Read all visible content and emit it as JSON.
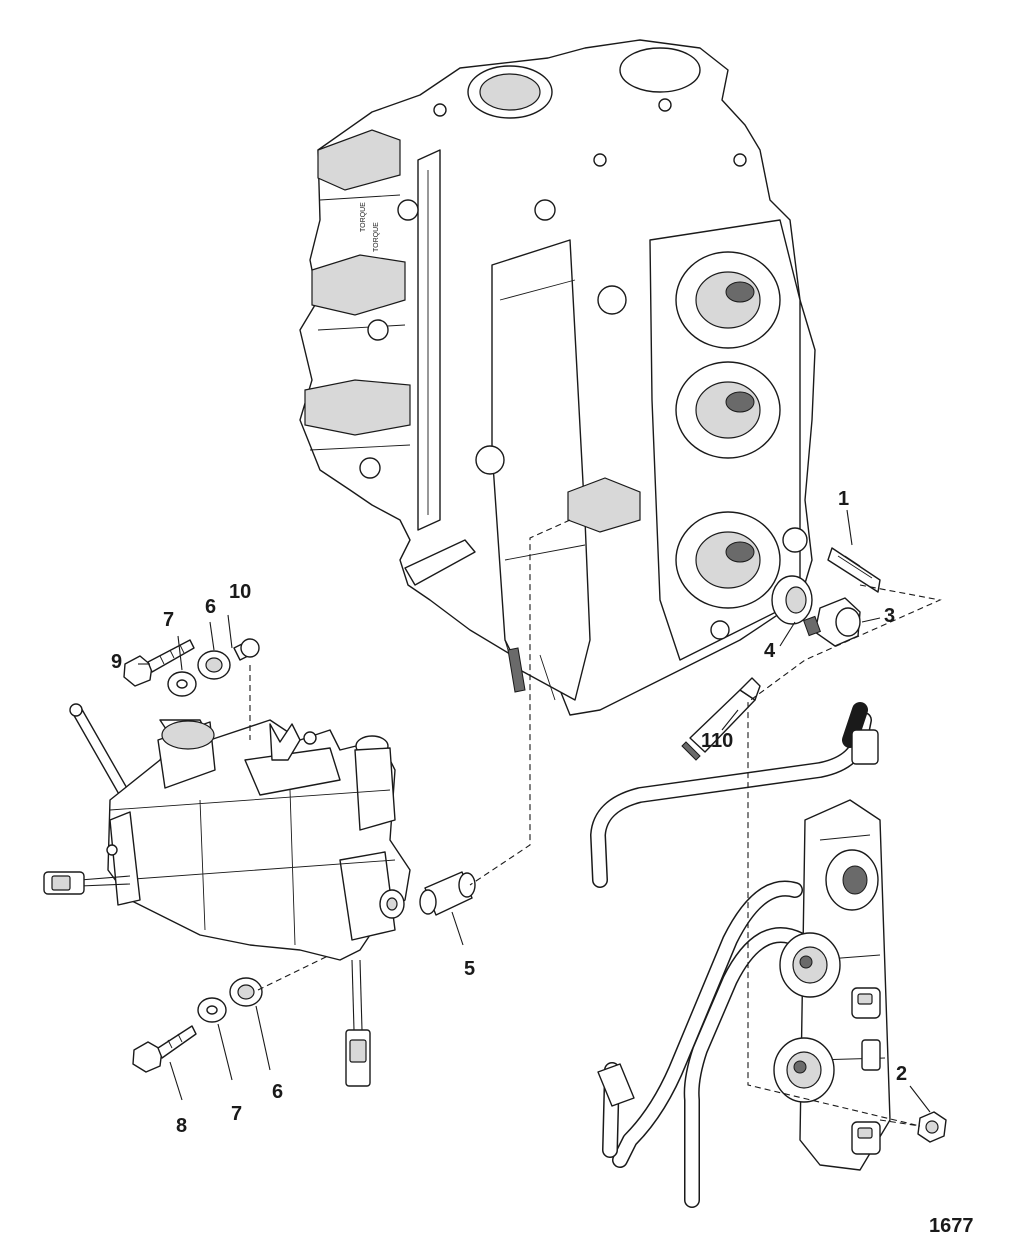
{
  "figure_number": "1677",
  "block_labels": {
    "line1": "TORQUE",
    "line2": "TORQUE"
  },
  "callouts": [
    {
      "id": "c1",
      "text": "1"
    },
    {
      "id": "c2",
      "text": "2"
    },
    {
      "id": "c3",
      "text": "3"
    },
    {
      "id": "c4",
      "text": "4"
    },
    {
      "id": "c5",
      "text": "5"
    },
    {
      "id": "c6a",
      "text": "6"
    },
    {
      "id": "c6b",
      "text": "6"
    },
    {
      "id": "c7a",
      "text": "7"
    },
    {
      "id": "c7b",
      "text": "7"
    },
    {
      "id": "c8",
      "text": "8"
    },
    {
      "id": "c9",
      "text": "9"
    },
    {
      "id": "c10",
      "text": "10"
    },
    {
      "id": "c110",
      "text": "110"
    }
  ]
}
